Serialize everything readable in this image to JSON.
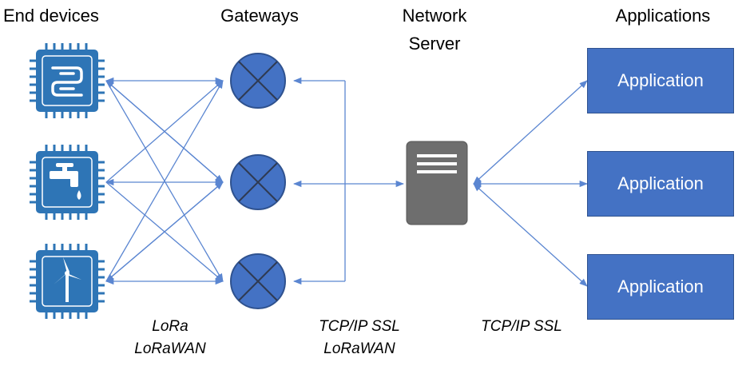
{
  "headers": {
    "end_devices": "End devices",
    "gateways": "Gateways",
    "network_server_line1": "Network",
    "network_server_line2": "Server",
    "applications": "Applications"
  },
  "protocols": {
    "lora_line1": "LoRa",
    "lora_line2": "LoRaWAN",
    "gw_ns_line1": "TCP/IP SSL",
    "gw_ns_line2": "LoRaWAN",
    "ns_app": "TCP/IP SSL"
  },
  "applications": [
    {
      "label": "Application"
    },
    {
      "label": "Application"
    },
    {
      "label": "Application"
    }
  ],
  "end_devices": [
    {
      "icon": "switch-circuit-icon"
    },
    {
      "icon": "water-tap-icon"
    },
    {
      "icon": "wind-turbine-icon"
    }
  ],
  "colors": {
    "accent_blue": "#4472c4",
    "chip_blue": "#2e75b6",
    "line_blue": "#5b86d1",
    "server_gray": "#6e6e6e"
  }
}
